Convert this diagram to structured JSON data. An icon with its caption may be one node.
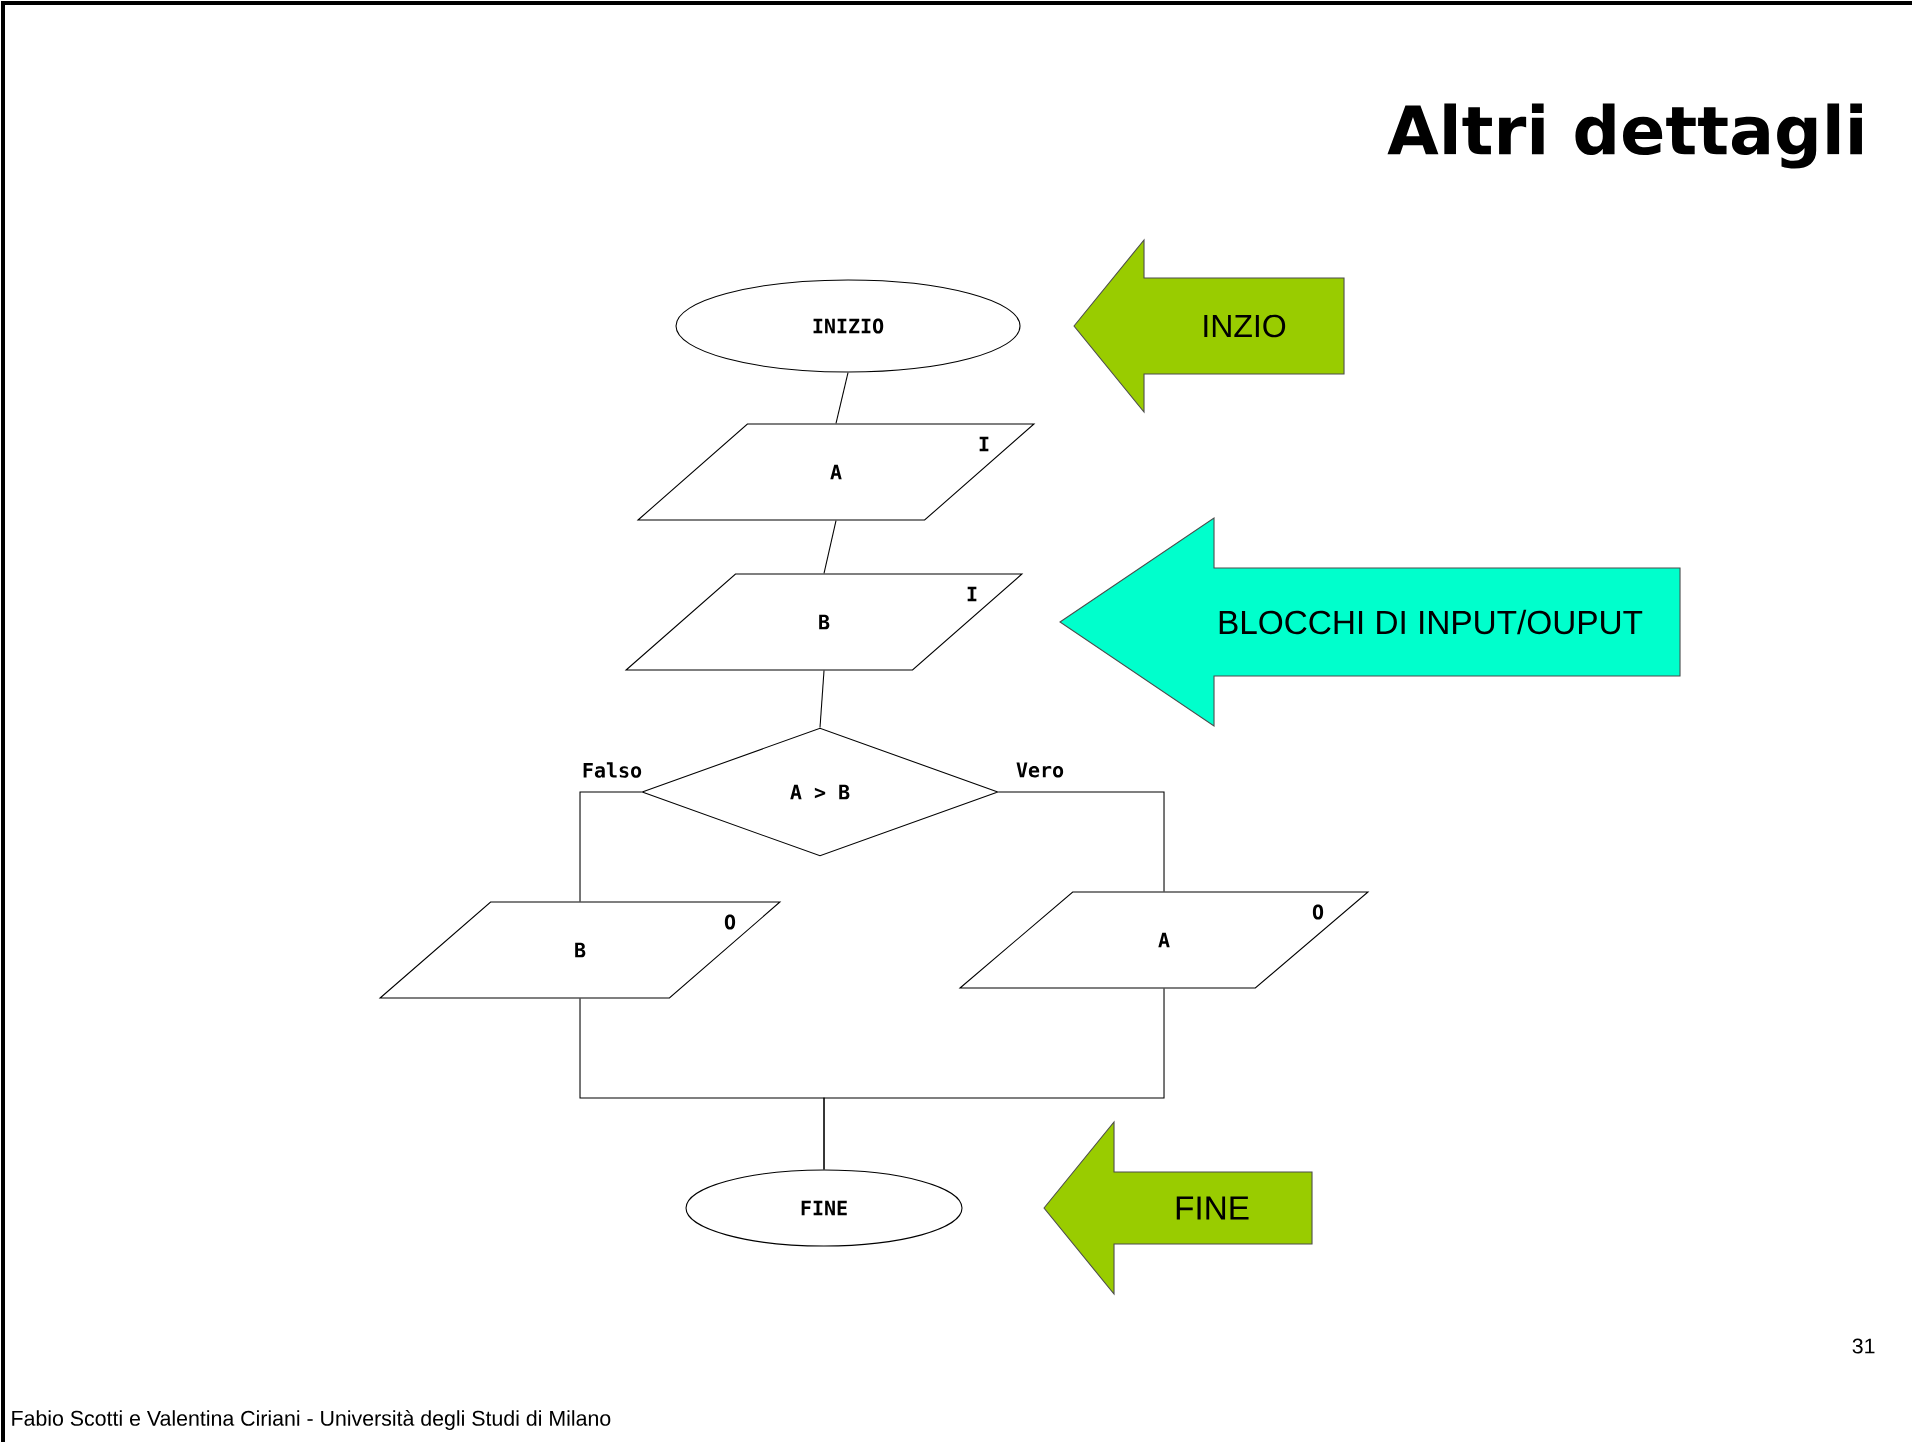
{
  "diagram": {
    "title": "Altri dettagli",
    "nodes": [
      {
        "text": [
          "INIZIO"
        ]
      },
      {
        "text": [
          "A",
          "I"
        ]
      },
      {
        "text": [
          "B",
          "I"
        ]
      },
      {
        "text": [
          "A > B"
        ]
      },
      {
        "text": [
          "B",
          "O"
        ]
      },
      {
        "text": [
          "A",
          "O"
        ]
      },
      {
        "text": [
          "FINE"
        ]
      },
      {
        "text": [
          "INZIO"
        ]
      },
      {
        "text": [
          "BLOCCHI DI INPUT/OUPUT"
        ]
      },
      {
        "text": [
          "FINE"
        ]
      }
    ],
    "edges": [
      {
        "from": 0,
        "to": 1,
        "arrow": "none"
      },
      {
        "from": 1,
        "to": 2,
        "arrow": "none"
      },
      {
        "from": 2,
        "to": 3,
        "arrow": "none"
      },
      {
        "from": 3,
        "to": 4,
        "arrow": "none",
        "label": "Falso"
      },
      {
        "from": 3,
        "to": 5,
        "arrow": "none",
        "label": "Vero"
      },
      {
        "from": 4,
        "to": 6,
        "arrow": "none"
      },
      {
        "from": 5,
        "to": 6,
        "arrow": "none"
      }
    ],
    "labels": [
      "31",
      "Fabio Scotti e Valentina Ciriani - Università degli Studi di Milano"
    ]
  }
}
